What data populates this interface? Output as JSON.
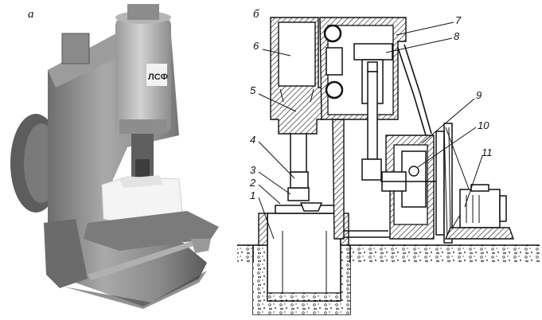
{
  "panels": {
    "photo_label": "а",
    "diagram_label": "б",
    "photo_logo_text": "ЛСФ"
  },
  "callouts": [
    {
      "id": "1",
      "text": "1"
    },
    {
      "id": "2",
      "text": "2"
    },
    {
      "id": "3",
      "text": "3"
    },
    {
      "id": "4",
      "text": "4"
    },
    {
      "id": "5",
      "text": "5"
    },
    {
      "id": "6",
      "text": "6"
    },
    {
      "id": "7",
      "text": "7"
    },
    {
      "id": "8",
      "text": "8"
    },
    {
      "id": "9",
      "text": "9"
    },
    {
      "id": "10",
      "text": "10"
    },
    {
      "id": "11",
      "text": "11"
    }
  ]
}
